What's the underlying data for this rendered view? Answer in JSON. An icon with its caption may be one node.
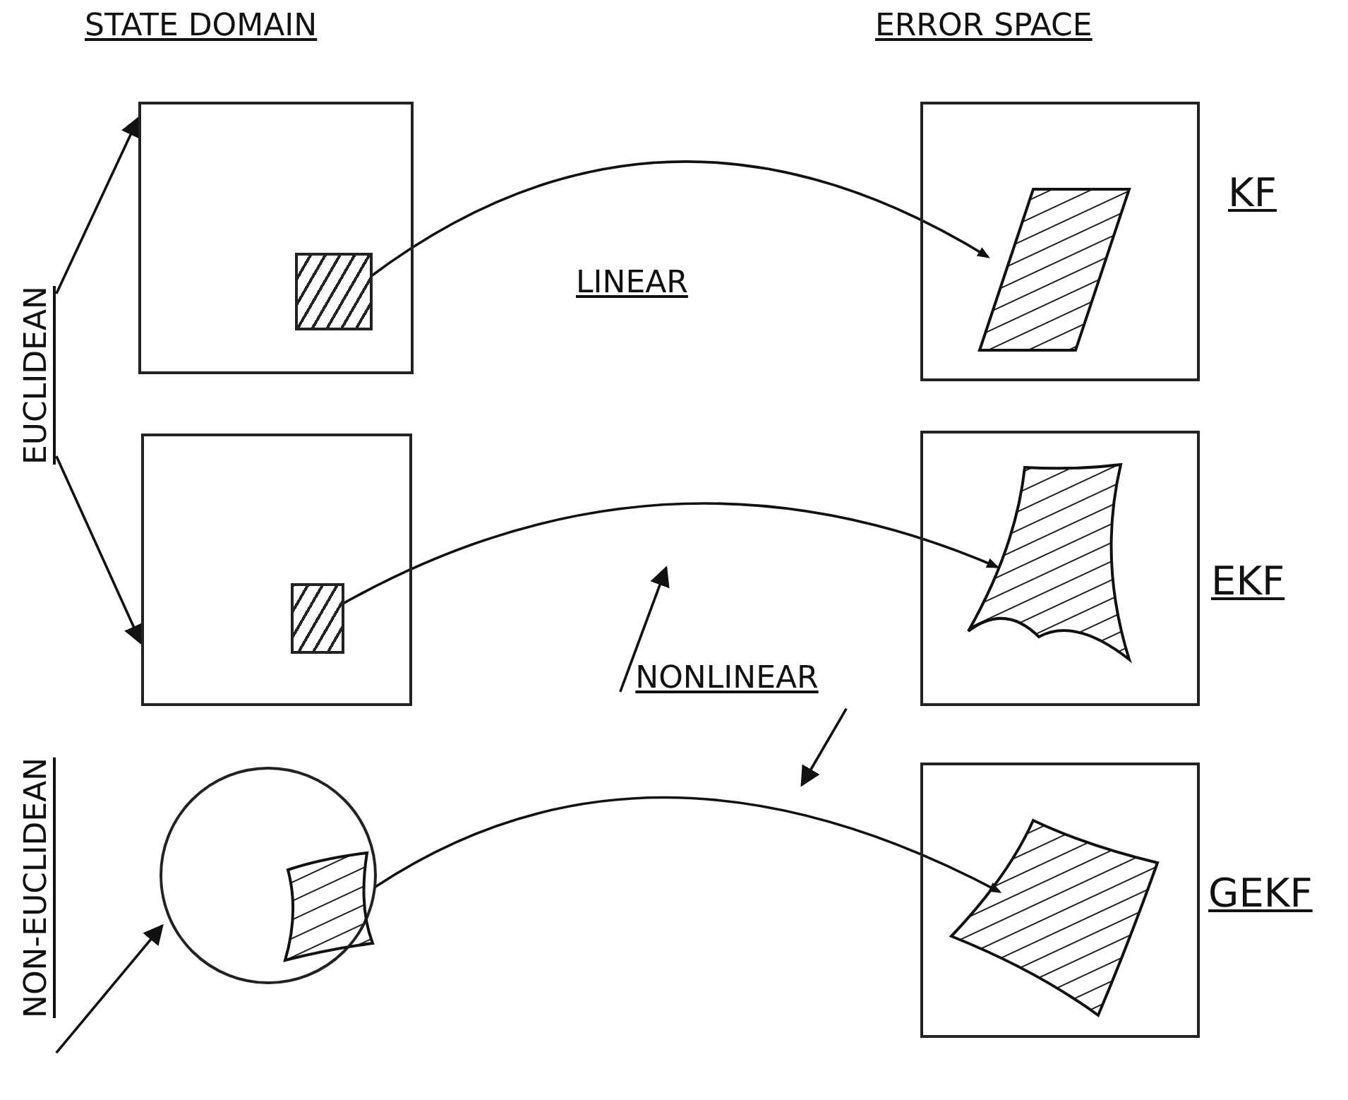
{
  "diagram": {
    "nodes": [
      {
        "text": [],
        "shape": "box"
      },
      {
        "text": [],
        "shape": "box",
        "in": 0
      },
      {
        "text": [],
        "shape": "box"
      },
      {
        "text": [],
        "shape": "box",
        "in": 2
      },
      {
        "text": [],
        "shape": "circle"
      },
      {
        "text": [],
        "shape": "patch",
        "in": 4
      },
      {
        "text": [],
        "shape": "box",
        "beside": [
          "KF"
        ]
      },
      {
        "text": [],
        "shape": "parallelogram",
        "in": 6
      },
      {
        "text": [],
        "shape": "box",
        "beside": [
          "EKF"
        ]
      },
      {
        "text": [],
        "shape": "patch",
        "in": 8
      },
      {
        "text": [],
        "shape": "box",
        "beside": [
          "GEKF"
        ]
      },
      {
        "text": [],
        "shape": "patch",
        "in": 10
      },
      {
        "text": [
          "EUCLIDEAN"
        ]
      },
      {
        "text": [
          "NON-EUCLIDEAN"
        ]
      },
      {
        "text": [
          "NONLINEAR"
        ]
      }
    ],
    "edges": [
      {
        "from": 1,
        "to": 7,
        "arrow": "to"
      },
      {
        "from": 3,
        "to": 9,
        "arrow": "to"
      },
      {
        "from": 5,
        "to": 11,
        "arrow": "to"
      },
      {
        "from": 12,
        "to": 0,
        "arrow": "to"
      },
      {
        "from": 12,
        "to": 2,
        "arrow": "to"
      },
      {
        "from": 13,
        "to": 4,
        "arrow": "to"
      },
      {
        "from": 14,
        "to": null,
        "arrow": "to"
      },
      {
        "from": 14,
        "to": null,
        "arrow": "to"
      }
    ],
    "labels": [
      "STATE DOMAIN",
      "ERROR SPACE",
      "LINEAR"
    ]
  }
}
